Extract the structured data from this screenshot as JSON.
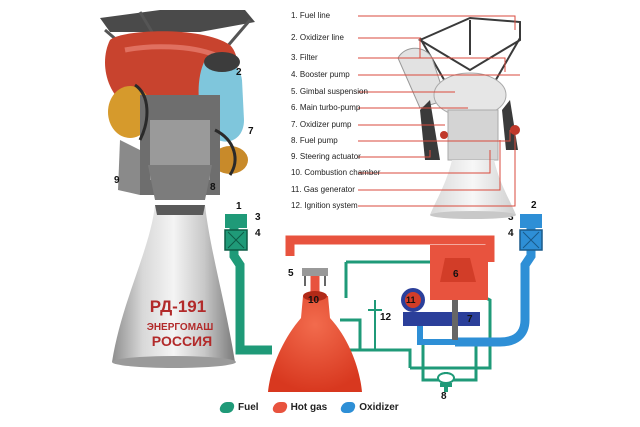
{
  "parts": [
    {
      "n": "1",
      "label": "1. Fuel line"
    },
    {
      "n": "2",
      "label": "2. Oxidizer line"
    },
    {
      "n": "3",
      "label": "3. Filter"
    },
    {
      "n": "4",
      "label": "4. Booster pump"
    },
    {
      "n": "5",
      "label": "5. Gimbal suspension"
    },
    {
      "n": "6",
      "label": "6. Main turbo-pump"
    },
    {
      "n": "7",
      "label": "7. Oxidizer pump"
    },
    {
      "n": "8",
      "label": "8. Fuel pump"
    },
    {
      "n": "9",
      "label": "9. Steering actuator"
    },
    {
      "n": "10",
      "label": "10. Combustion chamber"
    },
    {
      "n": "11",
      "label": "11. Gas generator"
    },
    {
      "n": "12",
      "label": "12. Ignition system"
    }
  ],
  "nozzle_text": {
    "line1": "РД-191",
    "line2": "ЭНЕРГОМАШ",
    "line3": "РОССИЯ"
  },
  "legend": {
    "fuel": {
      "label": "Fuel",
      "color": "#1f9a78"
    },
    "hot_gas": {
      "label": "Hot gas",
      "color": "#e8533e"
    },
    "oxidizer": {
      "label": "Oxidizer",
      "color": "#2e8fd6"
    }
  },
  "colors": {
    "fuel": "#1f9a78",
    "hot_gas": "#e8533e",
    "oxidizer": "#2e8fd6",
    "leader_lines": "#d94a3c",
    "chamber": "#e84a2e",
    "dark_blue": "#2b3f9a"
  }
}
